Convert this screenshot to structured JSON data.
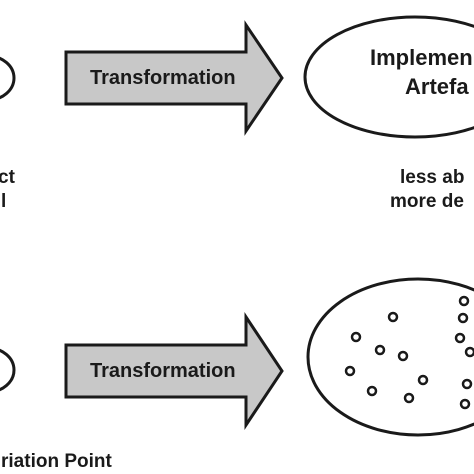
{
  "top_row": {
    "left_partial_label": [
      "ct",
      "l"
    ],
    "arrow_label": "Transformation",
    "target_label": [
      "Implemen",
      "Artefa"
    ],
    "target_note": [
      "less ab",
      "more de"
    ]
  },
  "bottom_row": {
    "arrow_label": "Transformation",
    "variation_label": "riation Point"
  },
  "colors": {
    "arrow_fill": "#c8c8c8",
    "stroke": "#1a1a1a",
    "background": "#ffffff"
  }
}
